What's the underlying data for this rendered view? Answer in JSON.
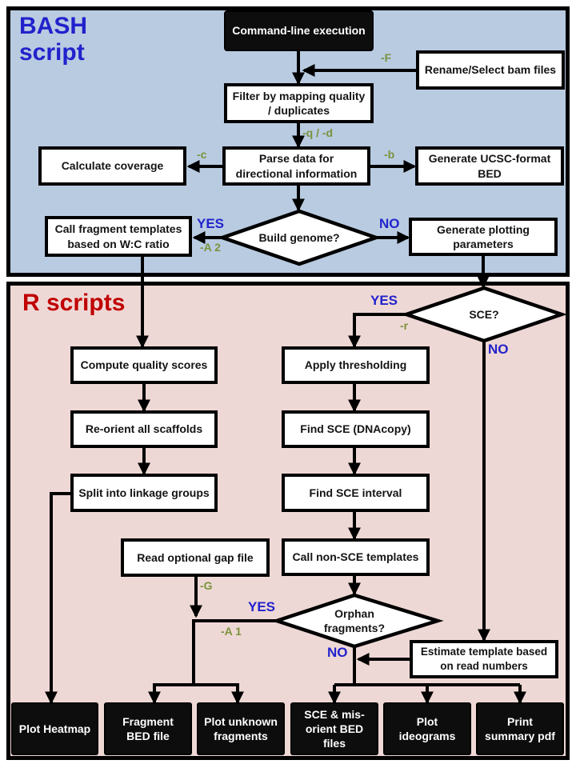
{
  "sections": {
    "bash": {
      "title": "BASH\nscript"
    },
    "r": {
      "title": "R scripts"
    }
  },
  "nodes": {
    "command_line": "Command-line execution",
    "rename_bam": "Rename/Select bam files",
    "filter_quality": "Filter by mapping quality / duplicates",
    "calculate_coverage": "Calculate coverage",
    "parse_directional": "Parse data for directional information",
    "generate_ucsc_bed": "Generate UCSC-format BED",
    "call_fragment_templates": "Call fragment templates based on W:C ratio",
    "generate_plotting_params": "Generate plotting parameters",
    "compute_quality_scores": "Compute quality scores",
    "apply_thresholding": "Apply thresholding",
    "reorient_scaffolds": "Re-orient all scaffolds",
    "find_sce_dnacopy": "Find SCE (DNAcopy)",
    "split_linkage_groups": "Split into linkage groups",
    "find_sce_interval": "Find SCE interval",
    "read_gap_file": "Read optional gap file",
    "call_nonsce_templates": "Call non-SCE templates",
    "estimate_template": "Estimate template based on read numbers",
    "plot_heatmap": "Plot Heatmap",
    "fragment_bed_file": "Fragment BED file",
    "plot_unknown_fragments": "Plot unknown fragments",
    "sce_misorient_bed": "SCE & mis-orient BED files",
    "plot_ideograms": "Plot ideograms",
    "print_summary_pdf": "Print summary pdf"
  },
  "decisions": {
    "build_genome": "Build genome?",
    "sce": "SCE?",
    "orphan_fragments": "Orphan fragments?"
  },
  "flags": {
    "f": "-F",
    "qd": "-q / -d",
    "c": "-c",
    "b": "-b",
    "a2": "-A 2",
    "r": "-r",
    "g": "-G",
    "a1": "-A 1"
  },
  "branch_labels": {
    "build_yes": "YES",
    "build_no": "NO",
    "sce_yes": "YES",
    "sce_no": "NO",
    "orphan_yes": "YES",
    "orphan_no": "NO"
  },
  "colors": {
    "bash_section_bg": "#b9cbe1",
    "r_section_bg": "#eed8d5",
    "bash_title_blue": "#2222cc",
    "r_title_red": "#c00000",
    "flag_olive": "#7a933d",
    "yes_no_blue": "#2222cc",
    "terminal_box_black": "#0d0d0d",
    "line_black": "#000000"
  }
}
